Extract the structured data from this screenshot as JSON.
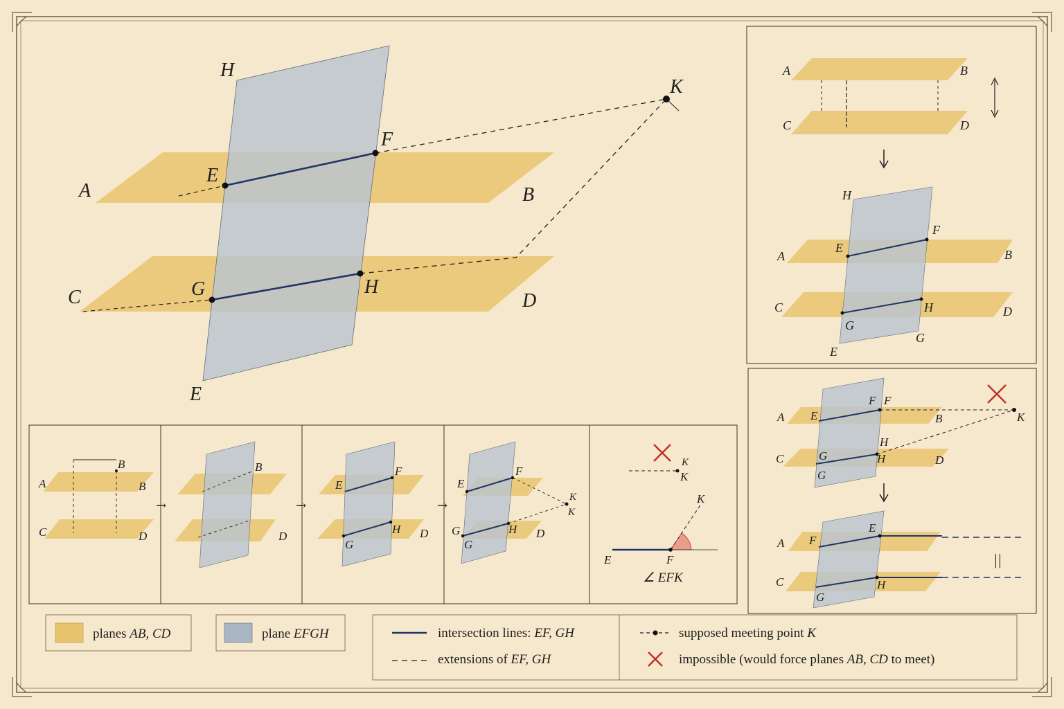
{
  "colors": {
    "paper": "#f6e8cc",
    "plane_yellow": "#e9c46f",
    "plane_blue": "#b9c4cf",
    "line_navy": "#1f3565",
    "cross_red": "#c0302a",
    "angle_red": "#e98a7a"
  },
  "labels": {
    "A": "A",
    "B": "B",
    "C": "C",
    "D": "D",
    "E": "E",
    "F": "F",
    "G": "G",
    "H": "H",
    "K": "K",
    "angle_efk": "∠ EFK",
    "parallel": "||"
  },
  "legend": {
    "planes_prefix": "planes",
    "planes_names": "AB, CD",
    "plane_prefix": "plane",
    "plane_name": "EFGH",
    "intersection_prefix": "intersection lines:",
    "intersection_names": "EF, GH",
    "extensions_prefix": "extensions of",
    "extensions_names": "EF, GH",
    "meeting_prefix": "supposed meeting point",
    "meeting_name": "K",
    "impossible_prefix": "impossible (would force planes",
    "impossible_names": "AB, CD",
    "impossible_suffix": "to meet)"
  }
}
